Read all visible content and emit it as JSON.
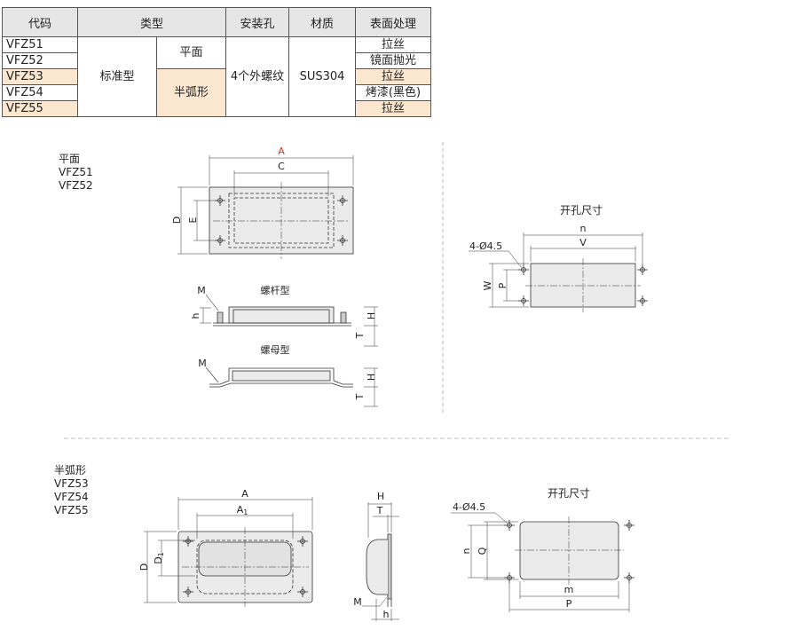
{
  "table": {
    "headers": [
      "代码",
      "类型",
      "安装孔",
      "材质",
      "表面处理"
    ],
    "codes": [
      "VFZ51",
      "VFZ52",
      "VFZ53",
      "VFZ54",
      "VFZ55"
    ],
    "type_main": "标准型",
    "type_flat": "平面",
    "type_arc": "半弧形",
    "holes": "4个外螺纹",
    "material": "SUS304",
    "finishes": [
      "拉丝",
      "镜面抛光",
      "拉丝",
      "烤漆(黑色)",
      "拉丝"
    ],
    "highlight_color": "#fbe7cf"
  },
  "section_flat": {
    "title": "平面",
    "models": [
      "VFZ51",
      "VFZ52"
    ],
    "dims": {
      "A": "A",
      "C": "C",
      "D": "D",
      "E": "E"
    },
    "stud_type": "螺杆型",
    "nut_type": "螺母型",
    "M": "M",
    "h": "h",
    "H": "H",
    "T": "T",
    "cutout_title": "开孔尺寸",
    "hole_spec": "4-Ø4.5",
    "cut": {
      "n": "n",
      "V": "V",
      "W": "W",
      "P": "P"
    }
  },
  "section_arc": {
    "title": "半弧形",
    "models": [
      "VFZ53",
      "VFZ54",
      "VFZ55"
    ],
    "dims": {
      "A": "A",
      "A1": "A",
      "A1_sub": "1",
      "D": "D",
      "D1": "D",
      "D1_sub": "1"
    },
    "H": "H",
    "T": "T",
    "M": "M",
    "h": "h",
    "cutout_title": "开孔尺寸",
    "hole_spec": "4-Ø4.5",
    "cut": {
      "n": "n",
      "Q": "Q",
      "m": "m",
      "P": "P"
    }
  },
  "colors": {
    "dim_A": "#d03020",
    "line": "#333333"
  }
}
